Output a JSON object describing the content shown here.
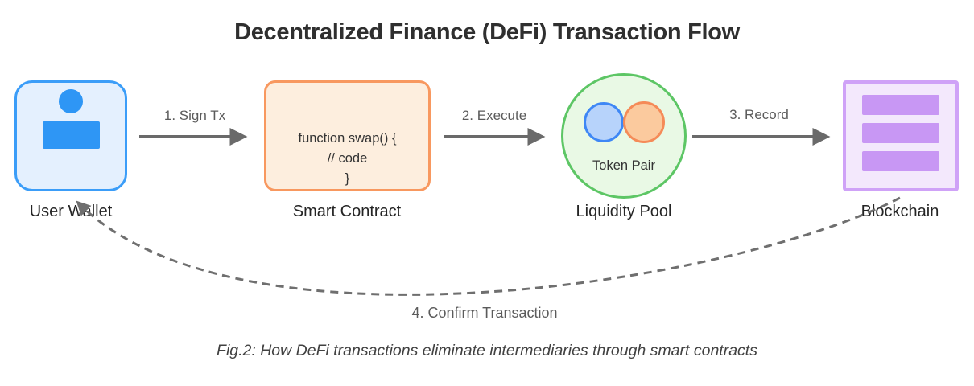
{
  "title": "Decentralized Finance (DeFi) Transaction Flow",
  "caption": "Fig.2: How DeFi transactions eliminate intermediaries through smart contracts",
  "nodes": {
    "wallet": {
      "label": "User Wallet",
      "icon": "person-icon"
    },
    "contract": {
      "label": "Smart Contract",
      "code": [
        "function swap() {",
        "// code",
        "}"
      ]
    },
    "pool": {
      "label": "Liquidity Pool",
      "inner_label": "Token Pair",
      "icon": "token-pair-circles"
    },
    "blockchain": {
      "label": "Blockchain",
      "icon": "block-stack"
    }
  },
  "arrows": {
    "sign": "1. Sign Tx",
    "execute": "2. Execute",
    "record": "3. Record",
    "confirm": "4. Confirm Transaction"
  },
  "colors": {
    "wallet_border": "#3b9df8",
    "wallet_fill": "#e4f0fe",
    "wallet_icon": "#2e96f5",
    "contract_border": "#f8985f",
    "contract_fill": "#fdeede",
    "pool_border": "#5dc665",
    "pool_fill": "#e9f9e5",
    "token_blue_border": "#3e87f5",
    "token_blue_fill": "#b7d3fb",
    "token_orange_border": "#f58b58",
    "token_orange_fill": "#fbca9e",
    "blockchain_border": "#cfa2f7",
    "blockchain_fill": "#f3e8fc",
    "blockchain_bar": "#c897f4",
    "arrow": "#6a6a6a",
    "text_dark": "#2f2f2f",
    "text_gray": "#5b5b5b"
  }
}
